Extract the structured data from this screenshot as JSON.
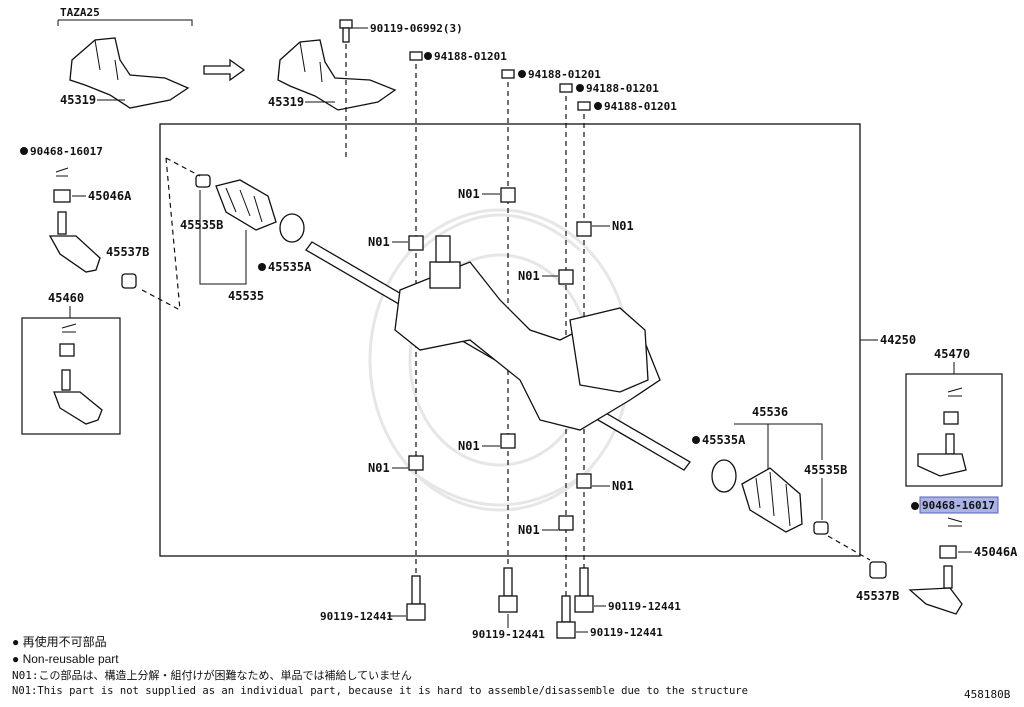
{
  "variant_label": "TAZA25",
  "parts": {
    "cover_before": "45319",
    "cover_after": "45319",
    "bolt_top": "90119-06992(3)",
    "nut_1": "94188-01201",
    "nut_2": "94188-01201",
    "nut_3": "94188-01201",
    "nut_4": "94188-01201",
    "pin_left": "90468-16017",
    "nut_left": "45046A",
    "boot_clamp_left": "45535B",
    "boot_left": "45535",
    "clip_left": "45535A",
    "lock_nut_left": "45537B",
    "tie_rod_end_left": "45460",
    "gear_assy": "44250",
    "tie_rod_end_right": "45470",
    "pin_right": "90468-16017",
    "nut_right": "45046A",
    "boot_right": "45536",
    "clip_right": "45535A",
    "boot_clamp_right": "45535B",
    "lock_nut_right": "45537B",
    "bolt_b1": "90119-12441",
    "bolt_b2": "90119-12441",
    "bolt_b3": "90119-12441",
    "bolt_b4": "90119-12441",
    "n01_a": "N01",
    "n01_b": "N01",
    "n01_c": "N01",
    "n01_d": "N01",
    "n01_e": "N01",
    "n01_f": "N01",
    "n01_g": "N01",
    "n01_h": "N01"
  },
  "legend": {
    "jp_nonreusable": "● 再使用不可部品",
    "en_nonreusable": "● Non-reusable part",
    "jp_note": "N01:この部品は、構造上分解・組付けが困難なため、単品では補給していません",
    "en_note": "N01:This part is not supplied as an individual part, because it is hard to assemble/disassemble due to the structure"
  },
  "figure_id": "458180B",
  "highlight_color": "#aab2e6"
}
